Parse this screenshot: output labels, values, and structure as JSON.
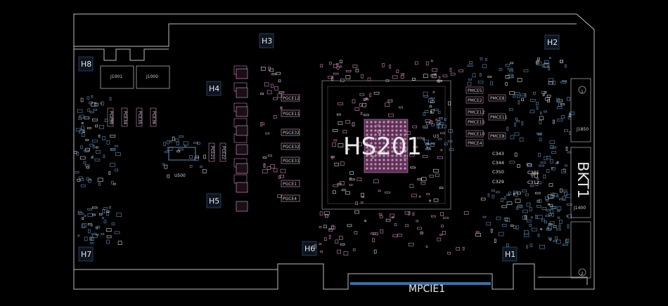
{
  "board": {
    "heatsink": "HS201",
    "connector": "MPCIE1",
    "bracket": "BKT1"
  },
  "mounting_holes": [
    "H1",
    "H2",
    "H3",
    "H4",
    "H5",
    "H6",
    "H7",
    "H8"
  ],
  "pgce_labels": [
    "PGCE12",
    "PGCE11",
    "PGCE32",
    "PGCE32",
    "PGCE31",
    "PGCE1",
    "PGCE4"
  ],
  "pmce_left": [
    "PMCE5",
    "PMCE2",
    "PMCE12",
    "PMCE15",
    "PMCE10",
    "PMCE4"
  ],
  "pmce_right": [
    "PMCE8",
    "PMCE11",
    "PMCE8"
  ],
  "caps_left": [
    "C343",
    "C344",
    "C350",
    "C329"
  ],
  "caps_right": [
    "C301",
    "C312"
  ],
  "chips": [
    "U2",
    "U3"
  ],
  "vertical_refs": [
    "PCE33",
    "PCE34",
    "PCE35",
    "PCE36",
    "PCE21",
    "PCE22"
  ],
  "connectors": {
    "j1001": "J1001",
    "j1000": "J1000",
    "j1850": "J1850",
    "j1400": "J1400"
  },
  "misc": {
    "u500": "U500",
    "pin1": "1",
    "pin2": "2"
  },
  "colors": {
    "outline": "#bdbdbd",
    "pink": "#c98ab8",
    "blue": "#5f8fb5",
    "white": "#e8e8e8"
  }
}
